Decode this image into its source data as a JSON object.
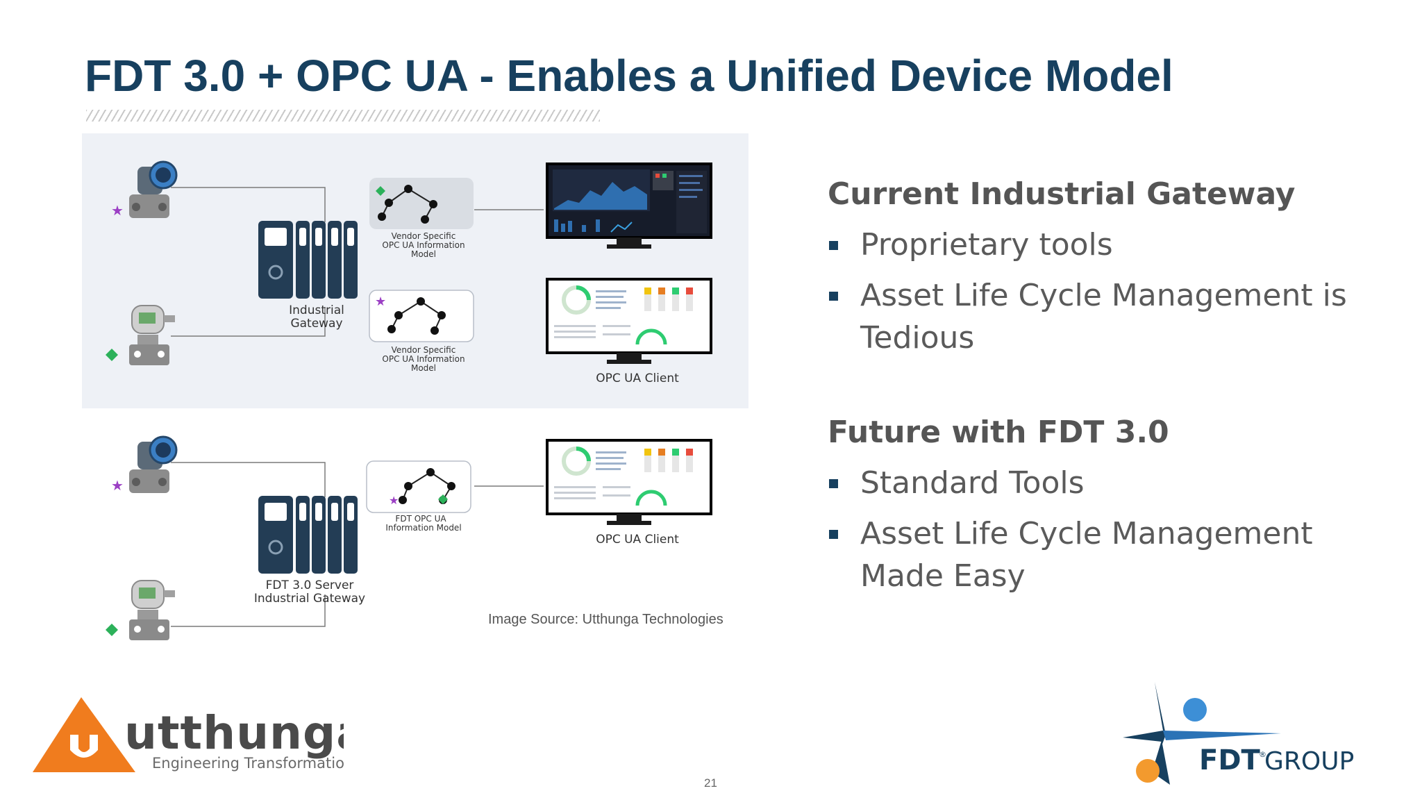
{
  "slide": {
    "title": "FDT 3.0 + OPC UA - Enables a Unified Device Model",
    "page_number": "21",
    "image_source": "Image Source: Utthunga Technologies"
  },
  "diagram": {
    "top": {
      "gateway_label_1": "Industrial",
      "gateway_label_2": "Gateway",
      "model_a_1": "Vendor Specific",
      "model_a_2": "OPC UA Information",
      "model_a_3": "Model",
      "model_b_1": "Vendor Specific",
      "model_b_2": "OPC UA Information",
      "model_b_3": "Model",
      "client_label": "OPC UA Client"
    },
    "bottom": {
      "gateway_label_1": "FDT 3.0 Server",
      "gateway_label_2": "Industrial Gateway",
      "model_1": "FDT OPC UA",
      "model_2": "Information Model",
      "client_label": "OPC UA Client"
    }
  },
  "sections": [
    {
      "heading": "Current Industrial Gateway",
      "bullets": [
        {
          "line1": "Proprietary tools",
          "line2": ""
        },
        {
          "line1": "Asset Life Cycle Management is",
          "line2": "Tedious"
        }
      ]
    },
    {
      "heading": "Future with FDT 3.0",
      "bullets": [
        {
          "line1": "Standard Tools",
          "line2": ""
        },
        {
          "line1": "Asset Life Cycle Management",
          "line2": "Made Easy"
        }
      ]
    }
  ],
  "logos": {
    "utthunga_name": "utthunga",
    "utthunga_tagline": "Engineering Transformation",
    "fdt_name": "FDT",
    "fdt_suffix": "GROUP",
    "fdt_reg": "®"
  },
  "colors": {
    "title": "#17405f",
    "bullet_square": "#17405f",
    "body_text": "#5a5a5a",
    "utthunga_orange": "#f07c1e",
    "fdt_blue": "#2b73b6"
  }
}
